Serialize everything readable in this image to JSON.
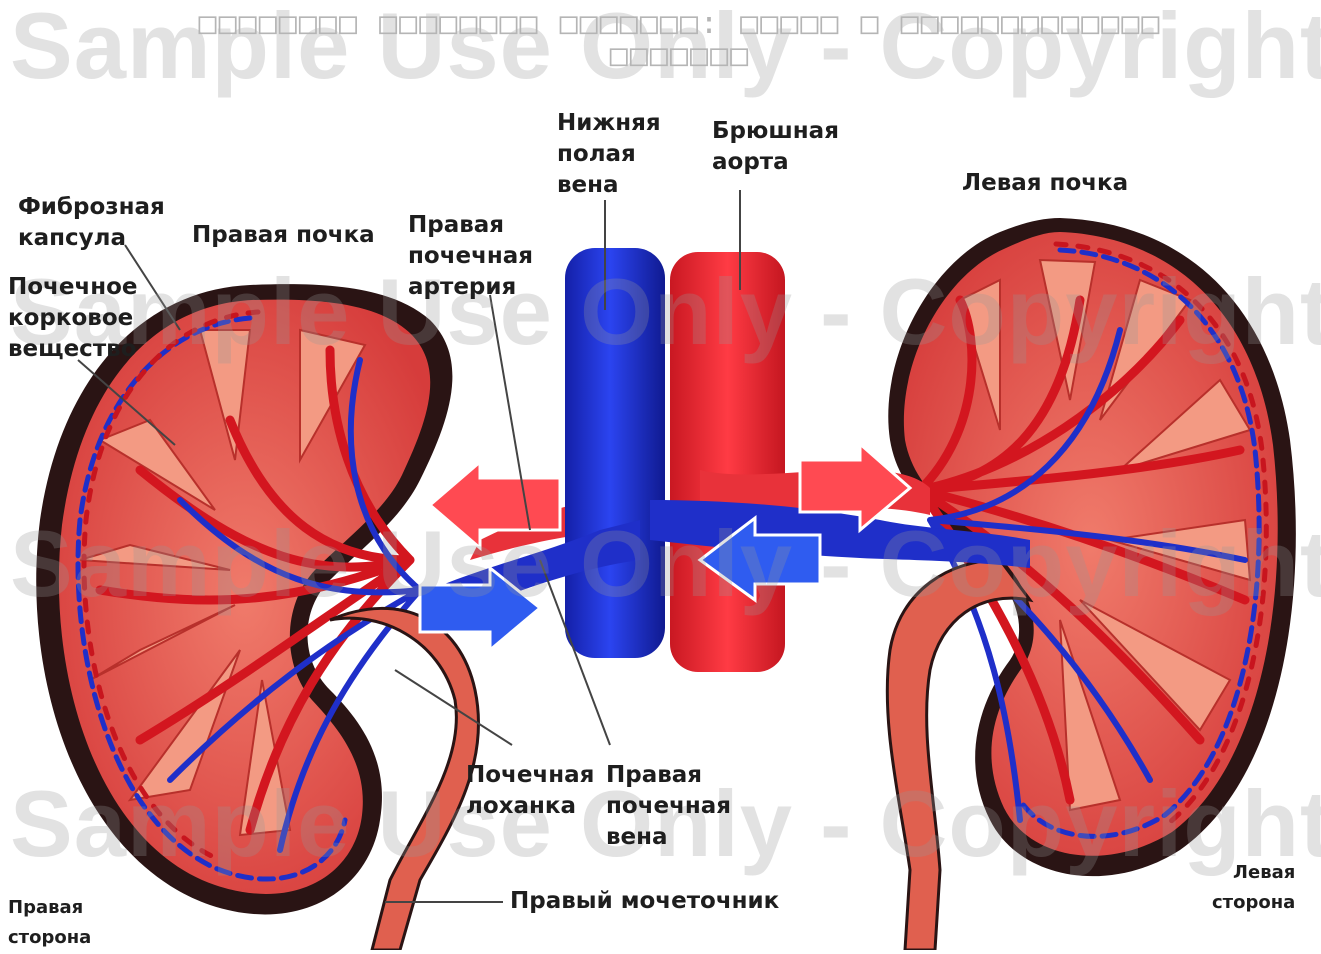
{
  "title": {
    "line1": "□□□□□□□□ □□□□□□□□ □□□□□□□: □□□□□ □ □□□□□□□□□□□□□",
    "line2": "□□□□□□□"
  },
  "watermark": "Sample Use Only - Copyrighted",
  "labels": {
    "fibrous_capsule": "Фиброзная\nкапсула",
    "right_kidney": "Правая почка",
    "renal_cortex": "Почечное\nкорковое\nвещество",
    "inferior_vena_cava": "Нижняя\nполая\nвена",
    "abdominal_aorta": "Брюшная\nаорта",
    "right_renal_artery": "Правая\nпочечная\nартерия",
    "left_kidney": "Левая почка",
    "renal_pelvis": "Почечная\nлоханка",
    "right_renal_vein": "Правая\nпочечная\nвена",
    "right_ureter": "Правый мочеточник",
    "right_side": "Правая\nсторона",
    "left_side": "Левая\nсторона"
  },
  "colors": {
    "artery": "#e8323a",
    "vein": "#1f2fc9",
    "kidney_outer": "#2a1414",
    "kidney_tissue": "#e9564f",
    "pyramid": "#f39a83"
  }
}
